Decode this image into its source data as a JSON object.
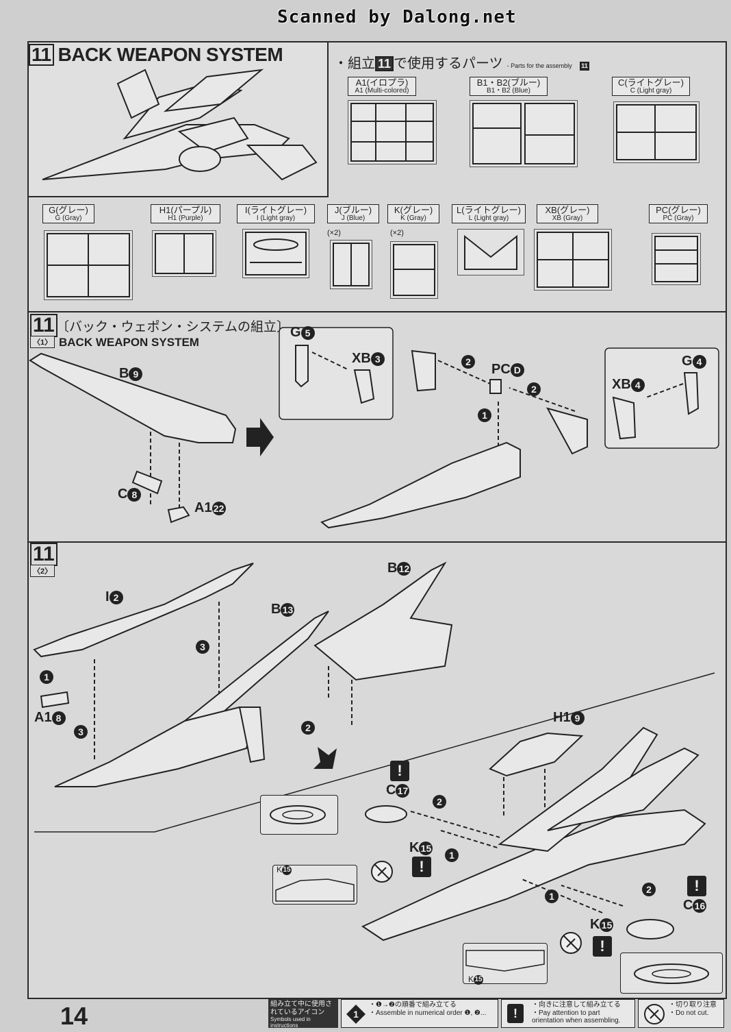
{
  "scan_credit": "Scanned by Dalong.net",
  "section": {
    "number": "11",
    "title": "BACK WEAPON SYSTEM"
  },
  "parts_header": {
    "prefix": "・組立",
    "number": "11",
    "suffix": "で使用するパーツ",
    "en": "- Parts for the assembly",
    "en_number": "11"
  },
  "parts_top": [
    {
      "jp": "A1(イロプラ)",
      "en": "A1 (Multi-colored)"
    },
    {
      "jp": "B1・B2(ブルー)",
      "en": "B1・B2 (Blue)"
    },
    {
      "jp": "C(ライトグレー)",
      "en": "C (Light gray)"
    }
  ],
  "parts_bottom": [
    {
      "jp": "G(グレー)",
      "en": "G (Gray)",
      "mult": ""
    },
    {
      "jp": "H1(パープル)",
      "en": "H1 (Purple)",
      "mult": ""
    },
    {
      "jp": "I(ライトグレー)",
      "en": "I (Light gray)",
      "mult": ""
    },
    {
      "jp": "J(ブルー)",
      "en": "J (Blue)",
      "mult": "(×2)"
    },
    {
      "jp": "K(グレー)",
      "en": "K (Gray)",
      "mult": "(×2)"
    },
    {
      "jp": "L(ライトグレー)",
      "en": "L (Light gray)",
      "mult": ""
    },
    {
      "jp": "XB(グレー)",
      "en": "XB (Gray)",
      "mult": ""
    },
    {
      "jp": "PC(グレー)",
      "en": "PC (Gray)",
      "mult": ""
    }
  ],
  "step1": {
    "number": "11",
    "sub": "〈1〉",
    "title_jp": "〔バック・ウェポン・システムの組立〕",
    "title_en": "BACK WEAPON SYSTEM",
    "parts": {
      "b9": {
        "letter": "B",
        "num": "9"
      },
      "c8": {
        "letter": "C",
        "num": "8"
      },
      "a1_22": {
        "letter": "A1",
        "num": "22"
      },
      "g5": {
        "letter": "G",
        "num": "5"
      },
      "xb3": {
        "letter": "XB",
        "num": "3"
      },
      "pcd": {
        "letter": "PC",
        "num": "D"
      },
      "xb4": {
        "letter": "XB",
        "num": "4"
      },
      "g4": {
        "letter": "G",
        "num": "4"
      }
    },
    "order": {
      "one": "1",
      "two": "2"
    }
  },
  "step2": {
    "number": "11",
    "sub": "〈2〉",
    "parts": {
      "i2": {
        "letter": "I",
        "num": "2"
      },
      "b12": {
        "letter": "B",
        "num": "12"
      },
      "b13": {
        "letter": "B",
        "num": "13"
      },
      "a1_8": {
        "letter": "A1",
        "num": "8"
      },
      "h1_9": {
        "letter": "H1",
        "num": "9"
      },
      "c17": {
        "letter": "C",
        "num": "17"
      },
      "k15a": {
        "letter": "K",
        "num": "15"
      },
      "k15b": {
        "letter": "K",
        "num": "15"
      },
      "c16": {
        "letter": "C",
        "num": "16"
      },
      "k15_inset1": {
        "letter": "K",
        "num": "15"
      },
      "k15_inset2": {
        "letter": "K",
        "num": "15"
      }
    },
    "order": {
      "one": "1",
      "two": "2",
      "three": "3"
    },
    "warn": "!"
  },
  "page_number": "14",
  "legend": {
    "icons_jp": "組み立て中に使用されているアイコン",
    "icons_en": "Symbols used in instructions",
    "order_jp": "・❶→❷の順番で組み立てる",
    "order_en": "・Assemble in numerical order ❶, ❷...",
    "orient_jp": "・向きに注意して組み立てる",
    "orient_en": "・Pay attention to part orientation when assembling.",
    "cut_jp": "・切り取り注意",
    "cut_en": "・Do not cut."
  }
}
